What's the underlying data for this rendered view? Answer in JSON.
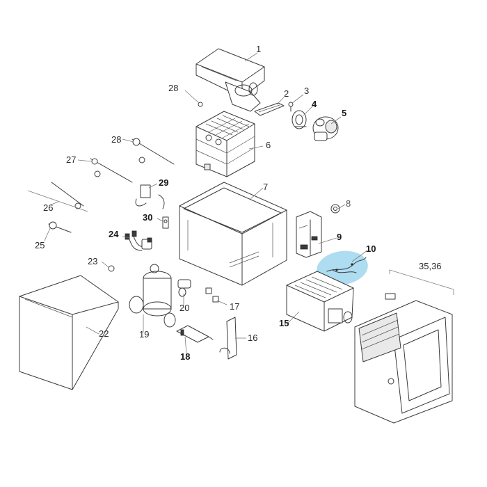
{
  "diagram": {
    "highlight_color": "#aedcf1",
    "highlighted_part": "10",
    "callouts": {
      "c1": "1",
      "c2": "2",
      "c3": "3",
      "c4": "4",
      "c5": "5",
      "c6": "6",
      "c7": "7",
      "c8": "8",
      "c9": "9",
      "c10": "10",
      "c15": "15",
      "c16": "16",
      "c17": "17",
      "c18": "18",
      "c19": "19",
      "c20": "20",
      "c22": "22",
      "c23": "23",
      "c24": "24",
      "c25": "25",
      "c26": "26",
      "c27": "27",
      "c28a": "28",
      "c28b": "28",
      "c29": "29",
      "c30": "30",
      "c3536": "35,36"
    }
  }
}
